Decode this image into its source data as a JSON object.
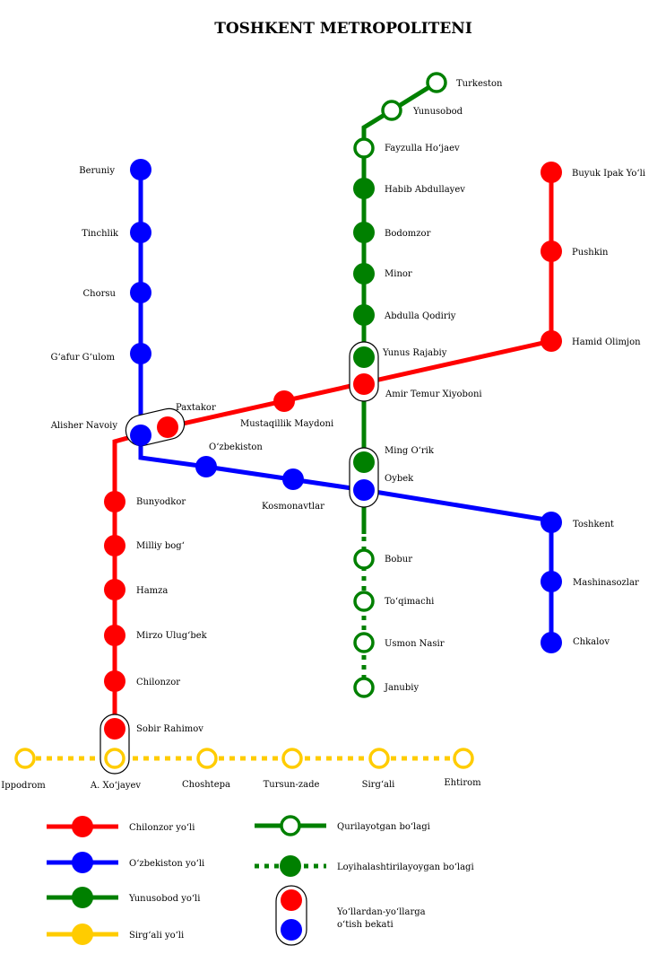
{
  "title": "TOSHKENT METROPOLITENI",
  "colors": {
    "chilonzor": "#ff0000",
    "uzbekiston": "#0000ff",
    "yunusobod": "#008000",
    "sirgali": "#ffcc00"
  },
  "lines": {
    "chilonzor": {
      "stations": [
        "Buyuk Ipak Yo‘li",
        "Pushkin",
        "Hamid Olimjon",
        "Amir Temur Xiyoboni",
        "Mustaqillik Maydoni",
        "Paxtakor",
        "Bunyodkor",
        "Milliy bog‘",
        "Hamza",
        "Mirzo Ulug‘bek",
        "Chilonzor",
        "Sobir Rahimov",
        "A. Xo‘jayev"
      ]
    },
    "uzbekiston": {
      "stations": [
        "Beruniy",
        "Tinchlik",
        "Chorsu",
        "G‘afur G‘ulom",
        "Alisher Navoiy",
        "O‘zbekiston",
        "Kosmonavtlar",
        "Oybek",
        "Toshkent",
        "Mashinasozlar",
        "Chkalov"
      ]
    },
    "yunusobod": {
      "stations_under_construction": [
        "Turkeston",
        "Yunusobod",
        "Fayzulla Ho‘jaev"
      ],
      "stations": [
        "Habib Abdullayev",
        "Bodomzor",
        "Minor",
        "Abdulla Qodiriy",
        "Yunus Rajabiy",
        "Ming O‘rik"
      ],
      "stations_planned": [
        "Bobur",
        "To‘qimachi",
        "Usmon Nasir",
        "Janubiy"
      ]
    },
    "sirgali": {
      "stations": [
        "Ippodrom",
        "A. Xo‘jayev",
        "Choshtepa",
        "Tursun-zade",
        "Sirg‘ali",
        "Ehtirom"
      ]
    }
  },
  "legend": {
    "chilonzor": "Chilonzor yo‘li",
    "uzbekiston": "O‘zbekiston yo‘li",
    "yunusobod": "Yunusobod yo‘li",
    "sirgali": "Sirg‘ali yo‘li",
    "under_construction": "Qurilayotgan bo‘lagi",
    "planned": "Loyihalashtirilayoygan bo‘lagi",
    "transfer_line1": "Yo‘llardan-yo‘llarga",
    "transfer_line2": "o‘tish bekati"
  }
}
